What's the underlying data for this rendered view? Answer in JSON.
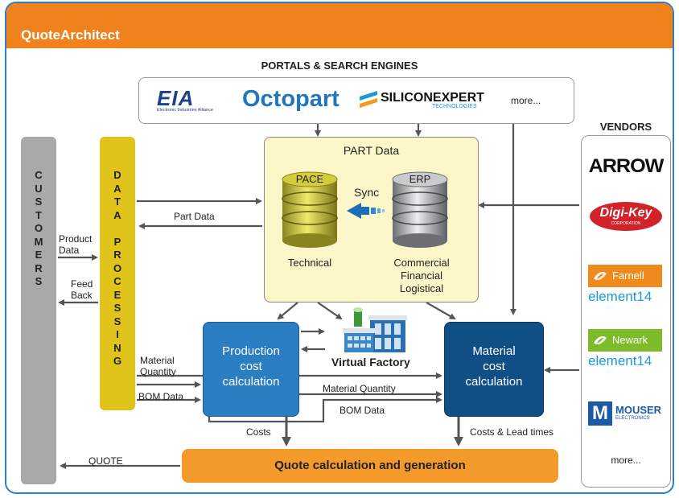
{
  "app": {
    "title": "QuoteArchitect"
  },
  "portals": {
    "title": "PORTALS & SEARCH ENGINES",
    "eia_logo": "EIA",
    "eia_sub": "Electronic Industries Alliance",
    "octopart_logo": "Octopart",
    "siliconexpert_logo": "SILICONEXPERT",
    "siliconexpert_sub": "TECHNOLOGIES",
    "more": "more..."
  },
  "vendors": {
    "title": "VENDORS",
    "arrow": "ARROW",
    "digikey": "Digi-Key",
    "digikey_sub": "CORPORATION",
    "farnell": "Farnell",
    "farnell_element": "element14",
    "newark": "Newark",
    "newark_element": "element14",
    "mouser": "MOUSER",
    "mouser_sub": "ELECTRONICS",
    "more": "more..."
  },
  "customers": {
    "letters": [
      "C",
      "U",
      "S",
      "T",
      "O",
      "M",
      "E",
      "R",
      "S"
    ]
  },
  "data_processing": {
    "letters": [
      "D",
      "A",
      "T",
      "A",
      "",
      "P",
      "R",
      "O",
      "C",
      "E",
      "S",
      "S",
      "I",
      "N",
      "G"
    ]
  },
  "part_data": {
    "title": "PART Data",
    "pace_label": "PACE",
    "erp_label": "ERP",
    "sync": "Sync",
    "technical": "Technical",
    "commercial": "Commercial",
    "financial": "Financial",
    "logistical": "Logistical"
  },
  "flows": {
    "part_data": "Part Data",
    "product_data_1": "Product",
    "product_data_2": "Data",
    "feed_back_1": "Feed",
    "feed_back_2": "Back",
    "material_quantity_1": "Material",
    "material_quantity_2": "Quantity",
    "bom_data": "BOM Data",
    "material_quantity": "Material Quantity",
    "bom_data_2": "BOM Data",
    "costs": "Costs",
    "costs_lead": "Costs & Lead times",
    "quote": "QUOTE"
  },
  "production": {
    "line1": "Production",
    "line2": "cost",
    "line3": "calculation"
  },
  "material": {
    "line1": "Material",
    "line2": "cost",
    "line3": "calculation"
  },
  "virtual_factory": "Virtual Factory",
  "quote_calc": "Quote calculation and generation",
  "colors": {
    "accent_orange": "#f0821e",
    "frame_blue": "#2e7fc0",
    "prod_blue": "#2c7ec2",
    "mat_blue": "#0f4f86",
    "dp_yellow": "#e0c41c",
    "quote_orange": "#f39a2a"
  }
}
